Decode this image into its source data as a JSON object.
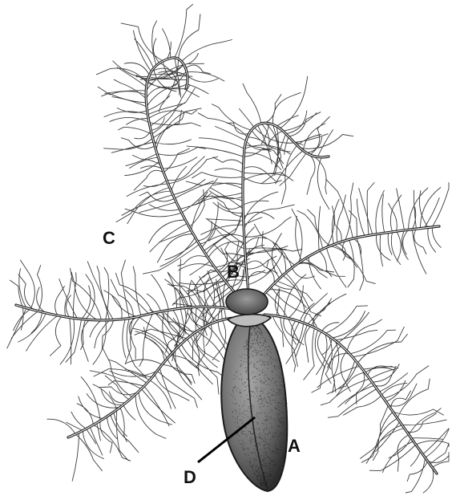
{
  "figure": {
    "labels": {
      "a": "A",
      "b": "B",
      "c": "C",
      "d": "D"
    },
    "colors": {
      "ink": "#1a1a1a",
      "background": "#ffffff",
      "body_fill": "#7d7d7d"
    },
    "subject": "hydra-like-organism-with-branched-tentacles"
  }
}
